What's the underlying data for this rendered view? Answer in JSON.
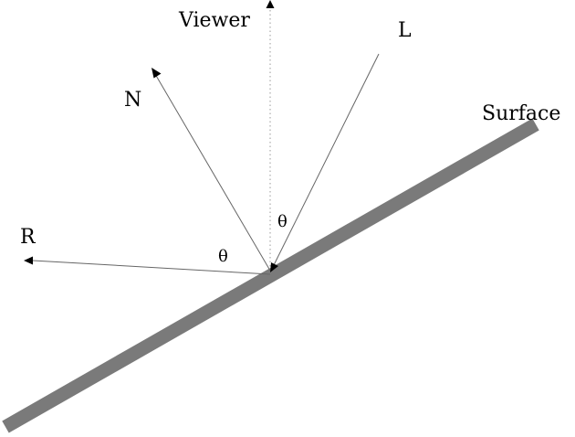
{
  "labels": {
    "viewer": "Viewer",
    "light": "L",
    "normal": "N",
    "reflection": "R",
    "surface": "Surface",
    "theta_incident": "θ",
    "theta_reflected": "θ"
  },
  "colors": {
    "surface": "#7a7a7a",
    "ray": "#666666",
    "viewer_line": "#9a9a9a",
    "text": "#000000"
  }
}
